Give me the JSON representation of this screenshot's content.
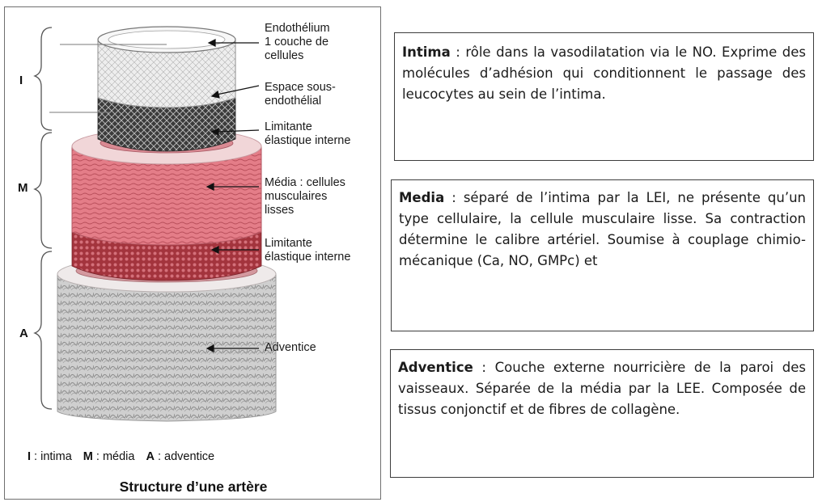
{
  "figure": {
    "layer_letters": {
      "intima": "I",
      "media": "M",
      "adventice": "A"
    },
    "labels": {
      "endothelium": "Endothélium\n1 couche de\ncellules",
      "subendothelial": "Espace sous-\nendothélial",
      "lei_1": "Limitante\nélastique interne",
      "media": "Média : cellules\nmusculaires\nlisses",
      "lei_2": "Limitante\nélastique interne",
      "adventice": "Adventice"
    },
    "legend": {
      "i_key": "I",
      "i_text": " : intima",
      "m_key": "M",
      "m_text": " : média",
      "a_key": "A",
      "a_text": " : adventice"
    },
    "title": "Structure d’une artère"
  },
  "boxes": {
    "intima": {
      "term": "Intima",
      "text": " : rôle dans la vasodilatation via le NO. Exprime des molécules d’adhésion qui conditionnent le passage des leucocytes au sein de l’intima."
    },
    "media": {
      "term": "Media",
      "text": " : séparé de l’intima par la LEI, ne présente qu’un type cellulaire, la cellule musculaire lisse. Sa contraction détermine le calibre artériel. Soumise à couplage chimio-mécanique (Ca, NO, GMPc) et"
    },
    "adventice": {
      "term": "Adventice",
      "text": " : Couche externe nourricière de la paroi des vaisseaux. Séparée de la média par la LEE. Composée de tissus conjonctif et de fibres de collagène."
    }
  },
  "colors": {
    "media_pink": "#e0727e",
    "lei_dark_red": "#9a2f37",
    "adventice_grey": "#c9c9c9",
    "subendothelium_dark": "#3a3a3a"
  }
}
